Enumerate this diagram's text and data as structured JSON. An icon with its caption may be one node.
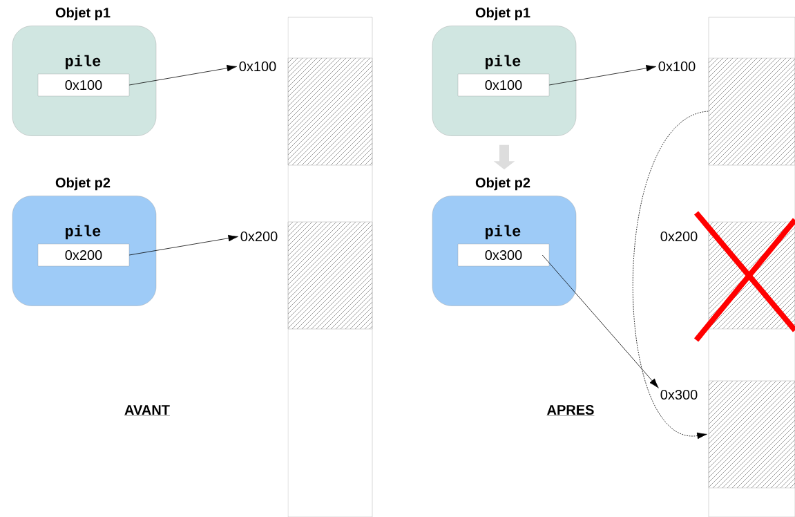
{
  "diagram": {
    "nodes": [
      {
        "text": [
          "Objet p1",
          "pile"
        ]
      },
      {
        "text": [
          "0x100"
        ],
        "in": 0
      },
      {
        "text": [
          "Objet p2",
          "pile"
        ]
      },
      {
        "text": [
          "0x200"
        ],
        "in": 2
      },
      {
        "text": [
          "0x100"
        ]
      },
      {
        "text": [
          "0x200"
        ]
      },
      {
        "text": [
          "Objet p1",
          "pile"
        ]
      },
      {
        "text": [
          "0x100"
        ],
        "in": 6
      },
      {
        "text": [
          "Objet p2",
          "pile"
        ]
      },
      {
        "text": [
          "0x300"
        ],
        "in": 8
      },
      {
        "text": [
          "0x100"
        ]
      },
      {
        "text": [
          "0x300"
        ]
      },
      {
        "text": [],
        "shape": "box"
      },
      {
        "text": [],
        "shape": "box"
      }
    ],
    "edges": [
      {
        "from": 1,
        "to": 4,
        "arrow": "to"
      },
      {
        "from": 3,
        "to": 5,
        "arrow": "to"
      },
      {
        "from": 7,
        "to": 10,
        "arrow": "to"
      },
      {
        "from": 6,
        "to": 8,
        "arrow": "to",
        "style": "thick",
        "color": "#dddddd"
      },
      {
        "from": 9,
        "to": 11,
        "arrow": "to"
      },
      {
        "from": 12,
        "to": 13,
        "arrow": "to",
        "style": "dashed"
      }
    ],
    "labels": [
      "0x200",
      "AVANT",
      "APRES"
    ]
  }
}
